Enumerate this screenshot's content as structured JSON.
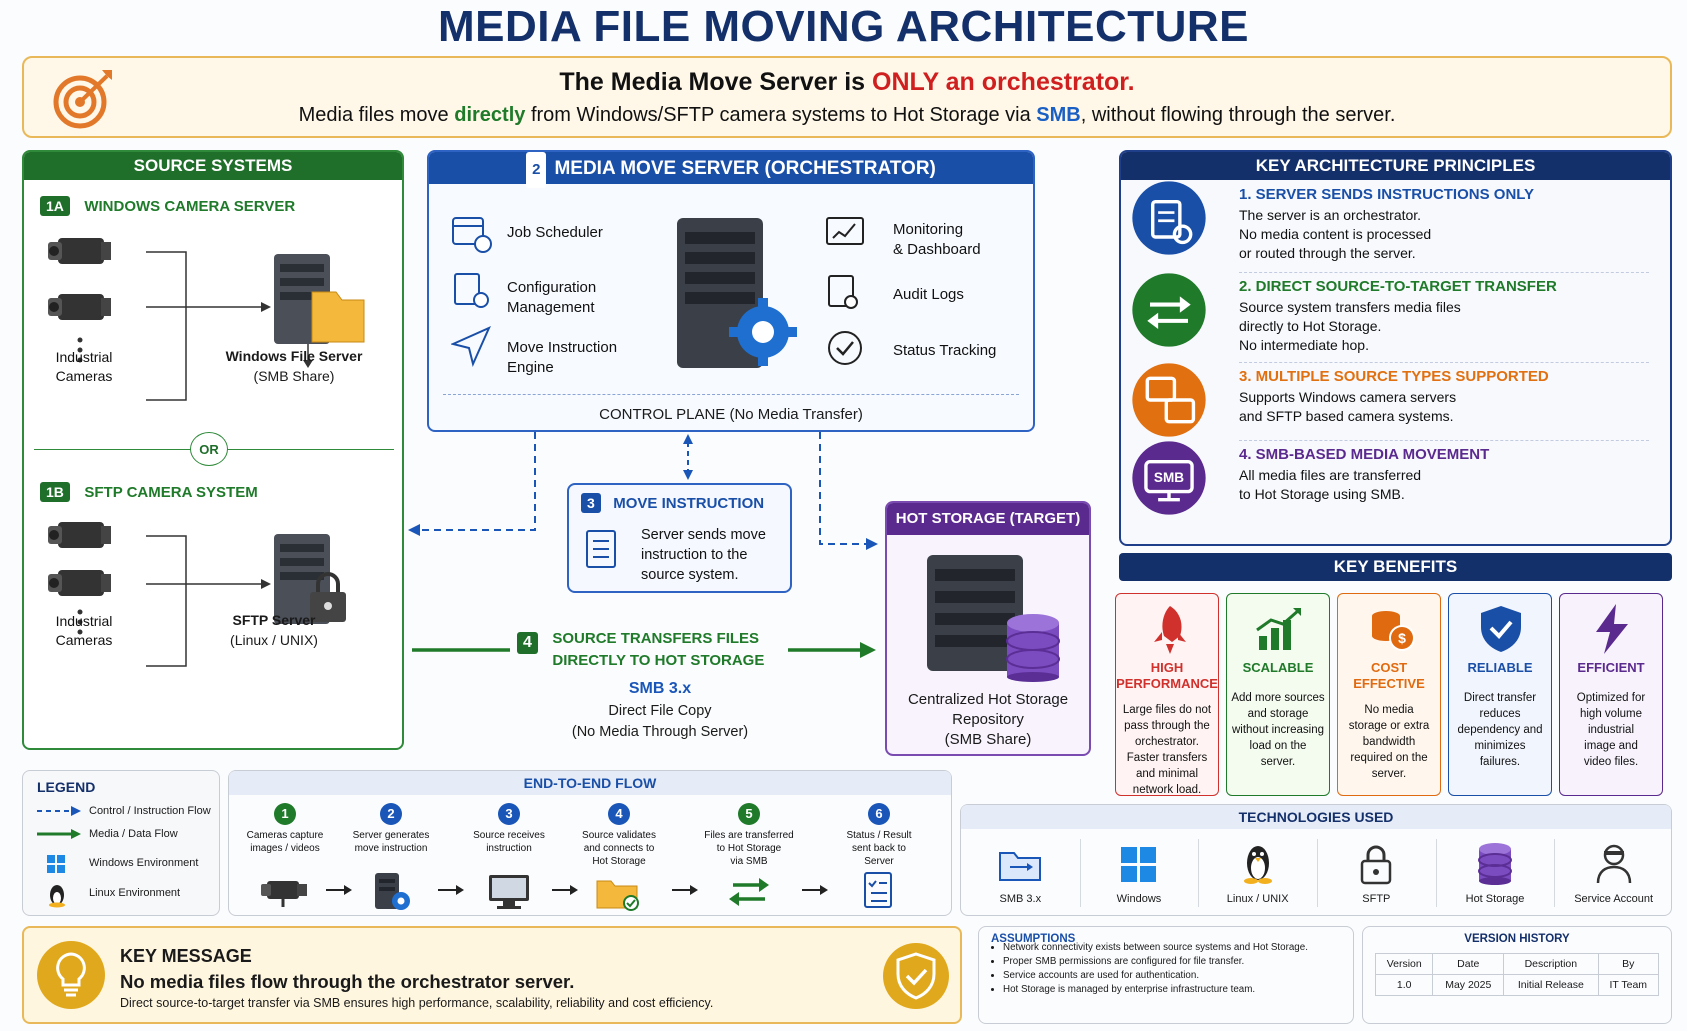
{
  "title": "MEDIA FILE MOVING ARCHITECTURE",
  "banner": {
    "l1a": "The Media Move Server is ",
    "l1b": "ONLY an orchestrator.",
    "l2a": "Media files move ",
    "l2b": "directly",
    "l2c": " from Windows/SFTP camera systems to Hot Storage via ",
    "l2d": "SMB",
    "l2e": ", without flowing through the server."
  },
  "source": {
    "header": "SOURCE SYSTEMS",
    "a_badge": "1A",
    "a_title": "WINDOWS CAMERA SERVER",
    "a_cams": "Industrial\nCameras",
    "a_srv1": "Windows File Server",
    "a_srv2": "(SMB Share)",
    "or": "OR",
    "b_badge": "1B",
    "b_title": "SFTP CAMERA SYSTEM",
    "b_cams": "Industrial\nCameras",
    "b_srv1": "SFTP Server",
    "b_srv2": "(Linux / UNIX)"
  },
  "orch": {
    "badge": "2",
    "header": "MEDIA MOVE SERVER (ORCHESTRATOR)",
    "items_left": [
      "Job Scheduler",
      "Configuration\nManagement",
      "Move Instruction\nEngine"
    ],
    "items_right": [
      "Monitoring\n& Dashboard",
      "Audit Logs",
      "Status Tracking"
    ],
    "footer": "CONTROL PLANE (No Media Transfer)"
  },
  "move": {
    "badge": "3",
    "title": "MOVE INSTRUCTION",
    "desc": "Server sends move\ninstruction to the\nsource system."
  },
  "transfer": {
    "badge": "4",
    "l1": "SOURCE TRANSFERS FILES",
    "l2": "DIRECTLY TO HOT STORAGE",
    "smb": "SMB 3.x",
    "d1": "Direct File Copy",
    "d2": "(No Media Through Server)"
  },
  "hot": {
    "header": "HOT STORAGE (TARGET)",
    "l1": "Centralized Hot Storage",
    "l2": "Repository",
    "l3": "(SMB Share)"
  },
  "principles": {
    "header": "KEY ARCHITECTURE PRINCIPLES",
    "items": [
      {
        "t": "1. SERVER SENDS INSTRUCTIONS ONLY",
        "d": "The server is an orchestrator.\nNo media content is processed\nor routed through the server.",
        "color": "#1a4fa8"
      },
      {
        "t": "2. DIRECT SOURCE-TO-TARGET TRANSFER",
        "d": "Source system transfers media files\ndirectly to Hot Storage.\nNo intermediate hop.",
        "color": "#1f7a2a"
      },
      {
        "t": "3. MULTIPLE SOURCE TYPES SUPPORTED",
        "d": "Supports Windows camera servers\nand SFTP based camera systems.",
        "color": "#e07010"
      },
      {
        "t": "4. SMB-BASED MEDIA MOVEMENT",
        "d": "All media files are transferred\nto Hot Storage using SMB.",
        "color": "#5b2a8e",
        "icon": "SMB"
      }
    ]
  },
  "benefits": {
    "header": "KEY BENEFITS",
    "items": [
      {
        "t": "HIGH\nPERFORMANCE",
        "d": "Large files do not\npass through the\norchestrator.\nFaster transfers\nand minimal\nnetwork load.",
        "color": "#d0312d",
        "bg": "#fff4f3"
      },
      {
        "t": "SCALABLE",
        "d": "Add more sources\nand storage\nwithout increasing\nload on the\nserver.",
        "color": "#1f7a2a",
        "bg": "#f4fbef"
      },
      {
        "t": "COST\nEFFECTIVE",
        "d": "No media\nstorage or extra\nbandwidth\nrequired on the\nserver.",
        "color": "#e06a10",
        "bg": "#fff7ee"
      },
      {
        "t": "RELIABLE",
        "d": "Direct transfer\nreduces\ndependency and\nminimizes\nfailures.",
        "color": "#1a4fa8",
        "bg": "#f1f5fd"
      },
      {
        "t": "EFFICIENT",
        "d": "Optimized for\nhigh volume\nindustrial\nimage and\nvideo files.",
        "color": "#5b2a8e",
        "bg": "#f7f2fc"
      }
    ]
  },
  "legend": {
    "header": "LEGEND",
    "items": [
      "Control / Instruction Flow",
      "Media / Data Flow",
      "Windows Environment",
      "Linux Environment"
    ]
  },
  "flow": {
    "header": "END-TO-END FLOW",
    "steps": [
      {
        "n": "1",
        "t": "Cameras capture\nimages / videos"
      },
      {
        "n": "2",
        "t": "Server generates\nmove instruction"
      },
      {
        "n": "3",
        "t": "Source receives\ninstruction"
      },
      {
        "n": "4",
        "t": "Source validates\nand connects to\nHot Storage"
      },
      {
        "n": "5",
        "t": "Files are transferred\nto Hot Storage\nvia SMB"
      },
      {
        "n": "6",
        "t": "Status / Result\nsent back to\nServer"
      }
    ]
  },
  "tech": {
    "header": "TECHNOLOGIES USED",
    "items": [
      "SMB 3.x",
      "Windows",
      "Linux / UNIX",
      "SFTP",
      "Hot Storage",
      "Service Account"
    ]
  },
  "keymsg": {
    "title": "KEY MESSAGE",
    "l1": "No media files flow through the orchestrator server.",
    "l2": "Direct source-to-target transfer via SMB ensures high performance, scalability, reliability and cost efficiency."
  },
  "assumptions": {
    "header": "ASSUMPTIONS",
    "items": [
      "Network connectivity exists between source systems and Hot Storage.",
      "Proper SMB permissions are configured for file transfer.",
      "Service accounts are used for authentication.",
      "Hot Storage is managed by enterprise infrastructure team."
    ]
  },
  "version": {
    "header": "VERSION HISTORY",
    "cols": [
      "Version",
      "Date",
      "Description",
      "By"
    ],
    "row": [
      "1.0",
      "May 2025",
      "Initial Release",
      "IT Team"
    ]
  }
}
